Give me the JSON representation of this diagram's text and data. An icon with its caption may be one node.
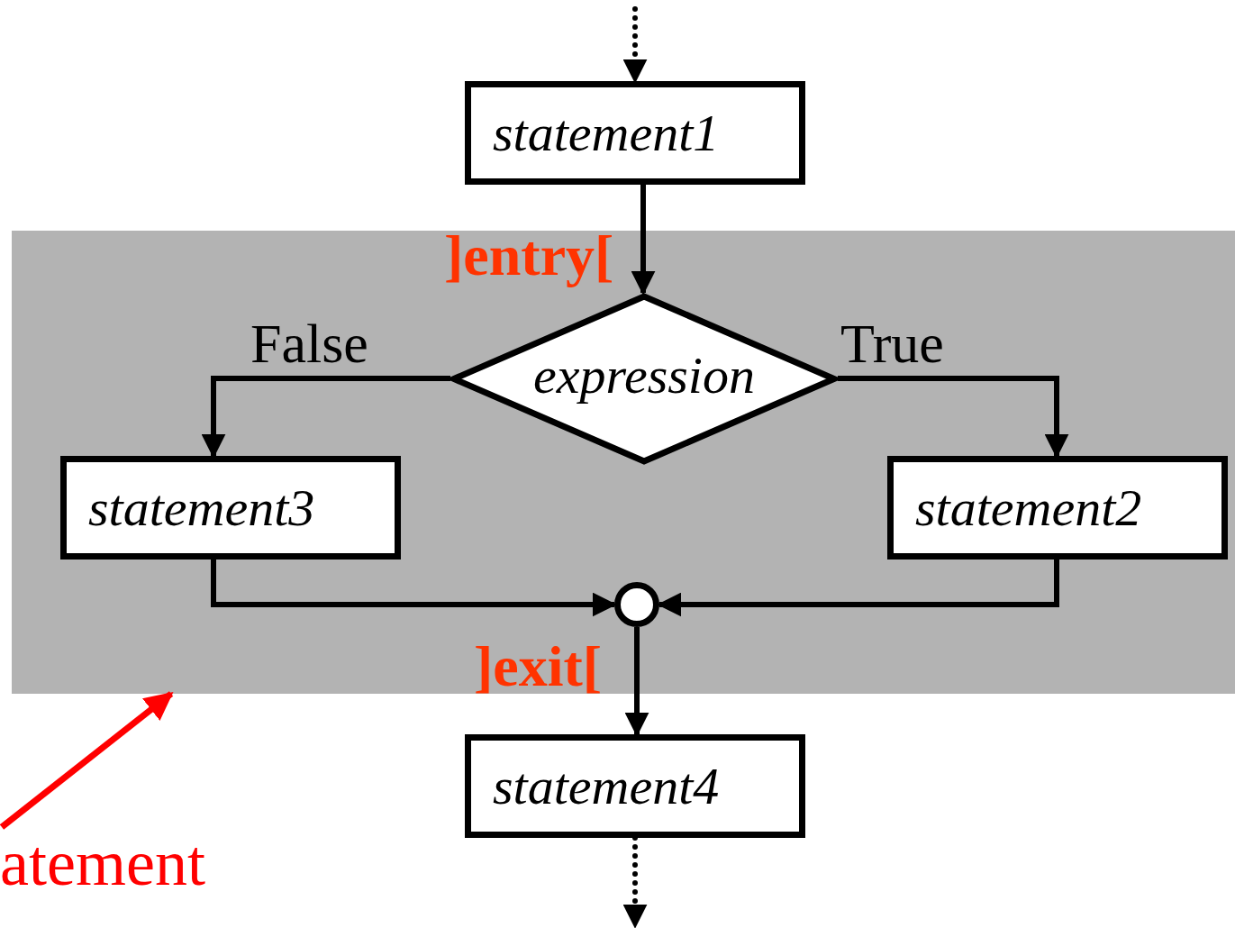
{
  "diagram": {
    "nodes": [
      {
        "text": [],
        "shape": "box"
      },
      {
        "text": [
          "statement1"
        ]
      },
      {
        "text": [
          "expression"
        ],
        "in": 0
      },
      {
        "text": [
          "statement3"
        ],
        "in": 0
      },
      {
        "text": [
          "statement2"
        ],
        "in": 0
      },
      {
        "text": [],
        "shape": "circle",
        "in": 0
      },
      {
        "text": [
          "statement4"
        ]
      },
      {
        "text": [
          "atement"
        ]
      }
    ],
    "edges": [
      {
        "from": null,
        "to": 1,
        "arrow": "to",
        "style": "dashed"
      },
      {
        "from": 1,
        "to": 2,
        "arrow": "to"
      },
      {
        "from": 2,
        "to": 3,
        "arrow": "to",
        "label": "False"
      },
      {
        "from": 2,
        "to": 4,
        "arrow": "to",
        "label": "True"
      },
      {
        "from": 3,
        "to": 5,
        "arrow": "to"
      },
      {
        "from": 4,
        "to": 5,
        "arrow": "to"
      },
      {
        "from": 5,
        "to": 6,
        "arrow": "to"
      },
      {
        "from": 6,
        "to": null,
        "arrow": "to",
        "style": "dashed"
      },
      {
        "from": 7,
        "to": 0,
        "arrow": "to",
        "color": "#ff0000"
      }
    ],
    "labels": [
      "]entry[",
      "]exit["
    ]
  }
}
